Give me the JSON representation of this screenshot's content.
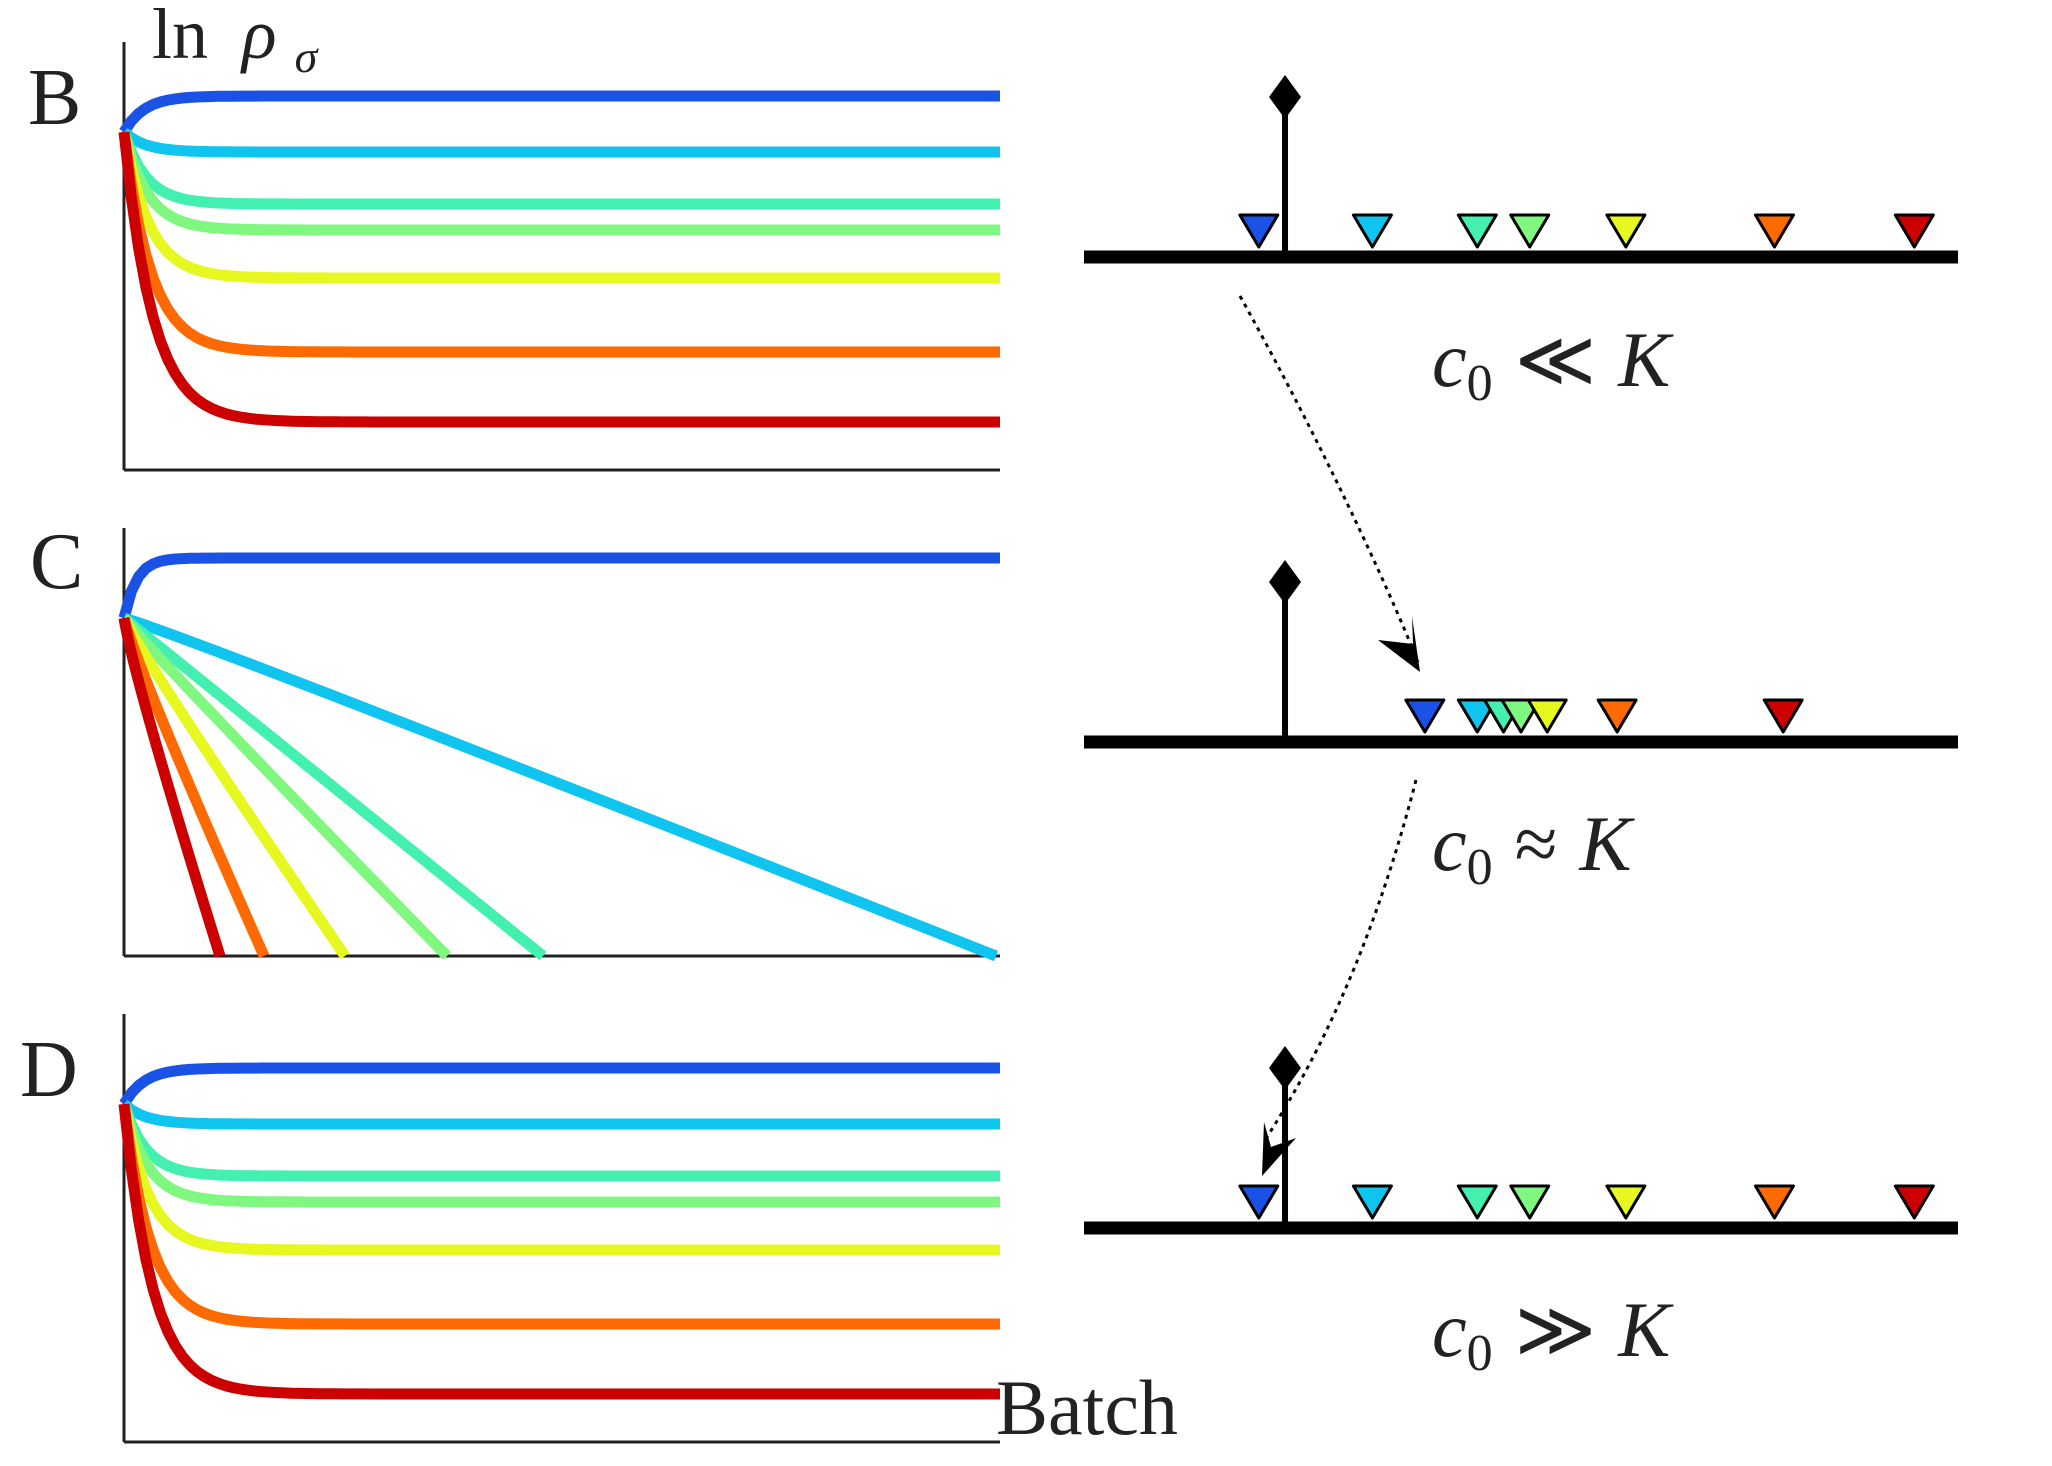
{
  "axes": {
    "ylabel_main": "ln",
    "ylabel_rho": "ρ",
    "ylabel_sub": "σ",
    "xlabel": "Batch"
  },
  "series_colors": [
    "#1a52e6",
    "#10c4f0",
    "#44f0b0",
    "#80f880",
    "#e6f820",
    "#ff6a00",
    "#cc0000"
  ],
  "panels": [
    {
      "label": "B",
      "behavior": "plateau",
      "marker_values": [
        0.2,
        0.33,
        0.45,
        0.51,
        0.62,
        0.79,
        0.95
      ],
      "threshold_value": 0.23,
      "condition": {
        "lhs": "c",
        "sub": "0",
        "rel": "≪",
        "rhs": "K"
      }
    },
    {
      "label": "C",
      "behavior": "linear-decline",
      "marker_values": [
        0.39,
        0.45,
        0.48,
        0.5,
        0.53,
        0.61,
        0.8
      ],
      "threshold_value": 0.23,
      "condition": {
        "lhs": "c",
        "sub": "0",
        "rel": "≈",
        "rhs": "K"
      }
    },
    {
      "label": "D",
      "behavior": "plateau",
      "marker_values": [
        0.2,
        0.33,
        0.45,
        0.51,
        0.62,
        0.79,
        0.95
      ],
      "threshold_value": 0.23,
      "condition": {
        "lhs": "c",
        "sub": "0",
        "rel": "≫",
        "rhs": "K"
      }
    }
  ]
}
